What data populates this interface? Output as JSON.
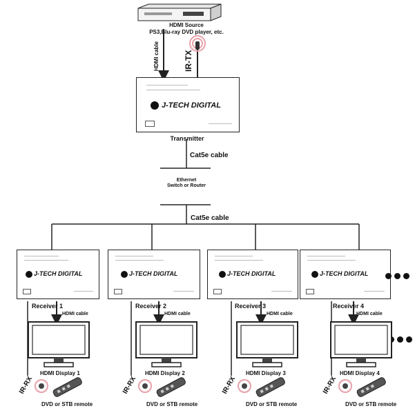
{
  "source": {
    "title": "HDMI Source",
    "subtitle": "PS3,Blu-ray DVD player, etc."
  },
  "cables": {
    "hdmi_up": "HDMI cable",
    "ir_tx": "IR-TX",
    "cat5e_top": "Cat5e cable",
    "cat5e_bottom": "Cat5e cable"
  },
  "transmitter": {
    "label": "Transmitter",
    "brand": "J-TECH DIGITAL"
  },
  "switch": {
    "line1": "Ethernet",
    "line2": "Switch or Router"
  },
  "receivers": [
    {
      "label": "Receiver 1",
      "cable": "HDMI cable",
      "display": "HDMI Display 1",
      "ir": "IR-RX",
      "remote": "DVD or STB remote",
      "brand": "J-TECH DIGITAL"
    },
    {
      "label": "Receiver 2",
      "cable": "HDMI cable",
      "display": "HDMI Display 2",
      "ir": "IR-RX",
      "remote": "DVD or STB remote",
      "brand": "J-TECH DIGITAL"
    },
    {
      "label": "Receiver 3",
      "cable": "HDMI cable",
      "display": "HDMI Display 3",
      "ir": "IR-RX",
      "remote": "DVD or STB remote",
      "brand": "J-TECH DIGITAL"
    },
    {
      "label": "Receiver 4",
      "cable": "HDMI cable",
      "display": "HDMI Display 4",
      "ir": "IR-RX",
      "remote": "DVD or STB remote",
      "brand": "J-TECH DIGITAL"
    }
  ],
  "colors": {
    "line": "#222222",
    "ir_glow": "#e8a0a8"
  },
  "icons": [
    "dvd-player-icon",
    "ir-emitter-icon",
    "jtech-logo-icon",
    "monitor-icon",
    "remote-icon",
    "ellipsis-icon"
  ]
}
